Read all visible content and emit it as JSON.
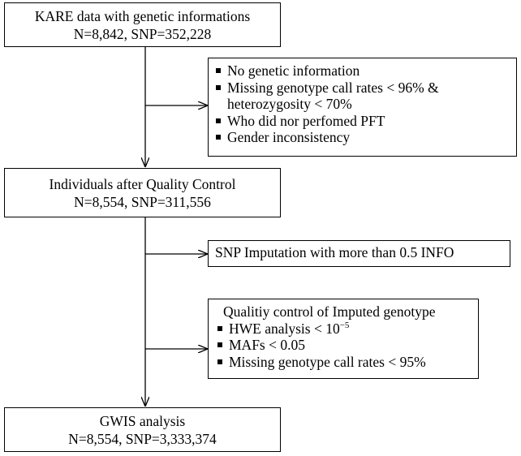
{
  "boxes": {
    "kare": {
      "line1": "KARE data with genetic informations",
      "line2": "N=8,842, SNP=352,228"
    },
    "exclusion": {
      "items": [
        "No genetic information",
        "Missing genotype call rates < 96% &",
        "Who did nor perfomed PFT",
        "Gender inconsistency"
      ],
      "item2_continuation": "heterozygosity < 70%"
    },
    "qc": {
      "line1": "Individuals after Quality Control",
      "line2": "N=8,554, SNP=311,556"
    },
    "imputation": {
      "text": "SNP Imputation with more than 0.5 INFO"
    },
    "imputed_qc": {
      "heading": "Qualitiy control of Imputed genotype",
      "hwe_prefix": "HWE analysis < 10",
      "hwe_exponent": "−5",
      "items": [
        "MAFs < 0.05",
        "Missing genotype call rates < 95%"
      ]
    },
    "gwis": {
      "line1": "GWIS analysis",
      "line2": "N=8,554, SNP=3,333,374"
    }
  }
}
